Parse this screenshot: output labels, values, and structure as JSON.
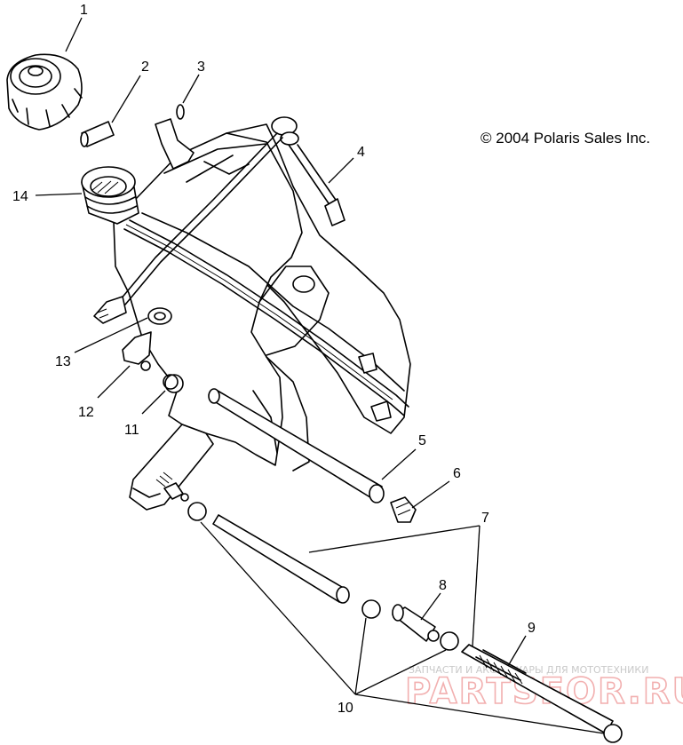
{
  "copyright": "© 2004 Polaris Sales Inc.",
  "callouts": {
    "c1": "1",
    "c2": "2",
    "c3": "3",
    "c4": "4",
    "c5": "5",
    "c6": "6",
    "c7": "7",
    "c8": "8",
    "c9": "9",
    "c10": "10",
    "c11": "11",
    "c12": "12",
    "c13": "13",
    "c14": "14"
  },
  "watermark": {
    "caption": "ЗАПЧАСТИ И АКСЕССУАРЫ ДЛЯ МОТОТЕХНИКИ",
    "brand": "PARTSFOR.RU"
  }
}
